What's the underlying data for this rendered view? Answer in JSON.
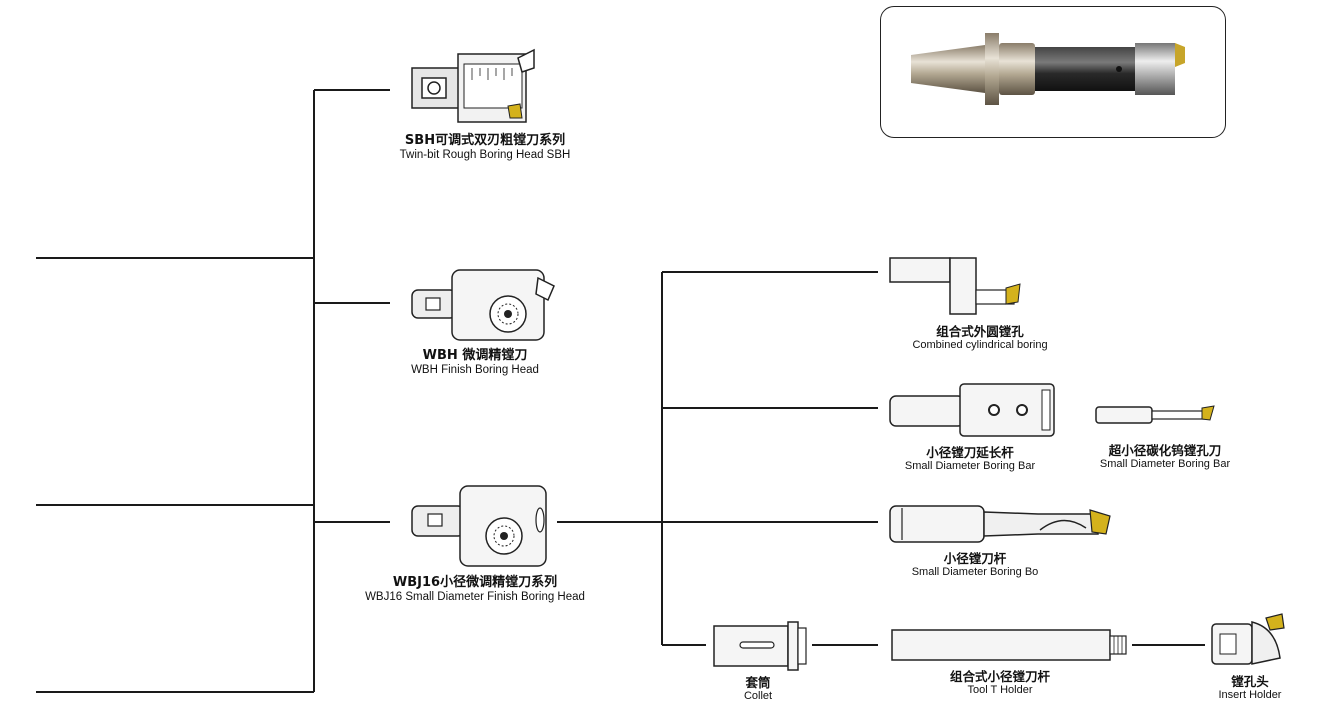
{
  "products": {
    "sbh": {
      "cn": "SBH可调式双刃粗镗刀系列",
      "en": "Twin-bit Rough Boring Head SBH"
    },
    "wbh": {
      "cn": "WBH 微调精镗刀",
      "en": "WBH Finish Boring Head"
    },
    "wbj16": {
      "cn": "WBJ16小径微调精镗刀系列",
      "en": "WBJ16 Small Diameter Finish Boring Head"
    },
    "combined": {
      "cn": "组合式外圆镗孔",
      "en": "Combined cylindrical boring"
    },
    "extension": {
      "cn": "小径镗刀延长杆",
      "en": "Small Diameter Boring Bar"
    },
    "carbide": {
      "cn": "超小径碳化钨镗孔刀",
      "en": "Small Diameter Boring Bar"
    },
    "small_bar": {
      "cn": "小径镗刀杆",
      "en": "Small Diameter Boring Bo"
    },
    "collet": {
      "cn": "套筒",
      "en": "Collet"
    },
    "t_holder": {
      "cn": "组合式小径镗刀杆",
      "en": "Tool T Holder"
    },
    "insert_holder": {
      "cn": "镗孔头",
      "en": "Insert Holder"
    }
  },
  "colors": {
    "line": "#1a1a1a",
    "steel": "#d9d9d9",
    "dark_steel": "#2b2b2b",
    "insert_gold": "#d4b21c"
  }
}
